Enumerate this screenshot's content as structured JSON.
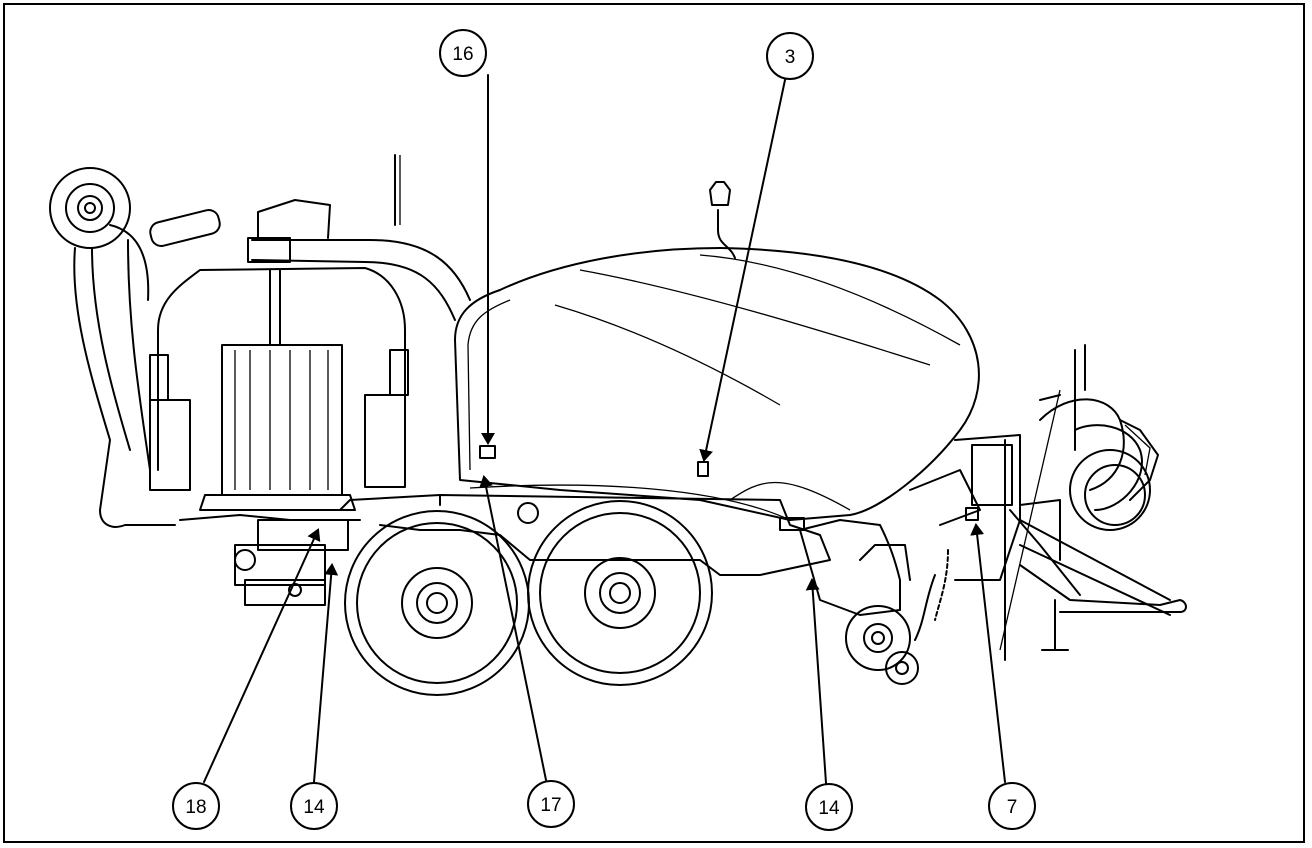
{
  "figure": {
    "subject": "machine-side-view-decal-locations"
  },
  "callouts": [
    {
      "id": "c16",
      "label": "16"
    },
    {
      "id": "c3",
      "label": "3"
    },
    {
      "id": "c18",
      "label": "18"
    },
    {
      "id": "c14a",
      "label": "14"
    },
    {
      "id": "c17",
      "label": "17"
    },
    {
      "id": "c14b",
      "label": "14"
    },
    {
      "id": "c7",
      "label": "7"
    }
  ],
  "colors": {
    "line": "#000000",
    "background": "#ffffff"
  }
}
